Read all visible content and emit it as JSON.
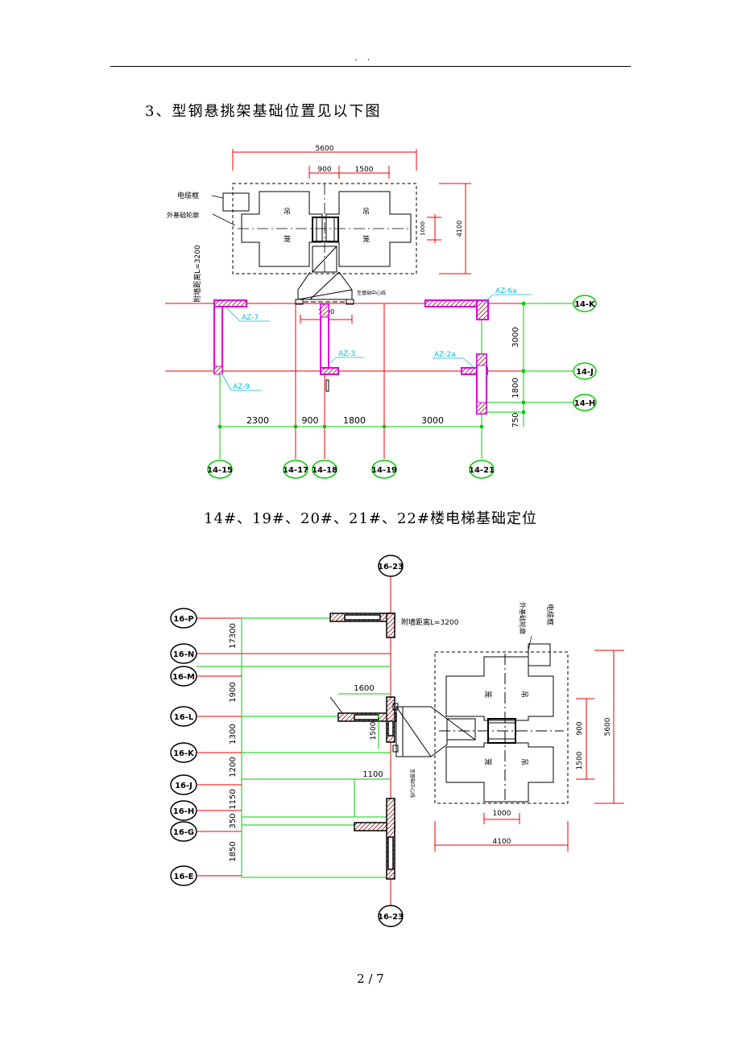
{
  "header": {
    "dots": ". ."
  },
  "section_title": "3、型钢悬挑架基础位置见以下图",
  "caption": "14#、19#、20#、21#、22#楼电梯基础定位",
  "page_number": "2 / 7",
  "drawing1": {
    "dim_total": "5600",
    "dim_900": "900",
    "dim_1500": "1500",
    "dim_4100": "4100",
    "dim_1000": "1000",
    "dim_1500_low": "1500",
    "cable_frame": "电缆框",
    "outer_outline": "外基础轮廓",
    "wall_distance": "附墙距离L=3200",
    "center_line": "至基础中心线",
    "cage_1": "吊",
    "cage_2": "笼",
    "cage_3": "吊",
    "cage_4": "笼",
    "az_6a": "AZ-6a",
    "az_7": "AZ-7",
    "az_3": "AZ-3",
    "az_2a": "AZ-2a",
    "az_9": "AZ-9",
    "vd_3000": "3000",
    "vd_1800": "1800",
    "vd_750": "750",
    "hd_2300": "2300",
    "hd_900": "900",
    "hd_1800": "1800",
    "hd_3000": "3000",
    "axes_right": [
      "14-K",
      "14-J",
      "14-H"
    ],
    "axes_bottom": [
      "14-15",
      "14-17",
      "14-18",
      "14-19",
      "14-21"
    ]
  },
  "drawing2": {
    "axis_top": "16-23",
    "axis_bottom": "16-23",
    "axes_left": [
      "16-P",
      "16-N",
      "16-M",
      "16-L",
      "16-K",
      "16-J",
      "16-H",
      "16-G",
      "16-E"
    ],
    "vd_17300": "17300",
    "vd_1900": "1900",
    "vd_1300": "1300",
    "vd_1200": "1200",
    "vd_1150": "1150",
    "vd_350": "350",
    "vd_1850": "1850",
    "wall_distance": "附墙距离L=3200",
    "outer_outline": "外基础轮廓",
    "cable_frame": "电缆框",
    "center_line": "至基础中心线",
    "dim_1600": "1600",
    "dim_1500_v": "1500",
    "dim_1100": "1100",
    "dim_900": "900",
    "dim_1500": "1500",
    "dim_5600": "5600",
    "dim_1000": "1000",
    "dim_4100": "4100",
    "cage_1": "吊",
    "cage_2": "笼",
    "cage_3": "吊",
    "cage_4": "笼"
  }
}
